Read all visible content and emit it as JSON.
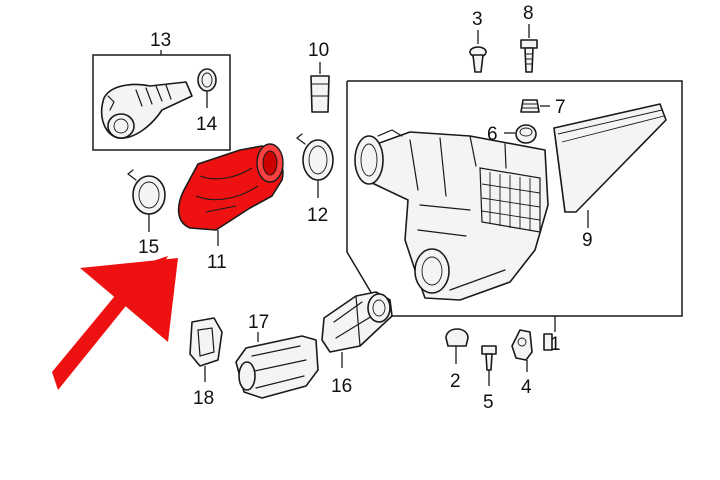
{
  "colors": {
    "highlight": "#ee1111",
    "arrow": "#ee1111",
    "line": "#1a1a1a",
    "background": "#ffffff"
  },
  "callouts": {
    "c1": "1",
    "c2": "2",
    "c3": "3",
    "c4": "4",
    "c5": "5",
    "c6": "6",
    "c7": "7",
    "c8": "8",
    "c9": "9",
    "c10": "10",
    "c11": "11",
    "c12": "12",
    "c13": "13",
    "c14": "14",
    "c15": "15",
    "c16": "16",
    "c17": "17",
    "c18": "18"
  },
  "highlighted_part": "11"
}
